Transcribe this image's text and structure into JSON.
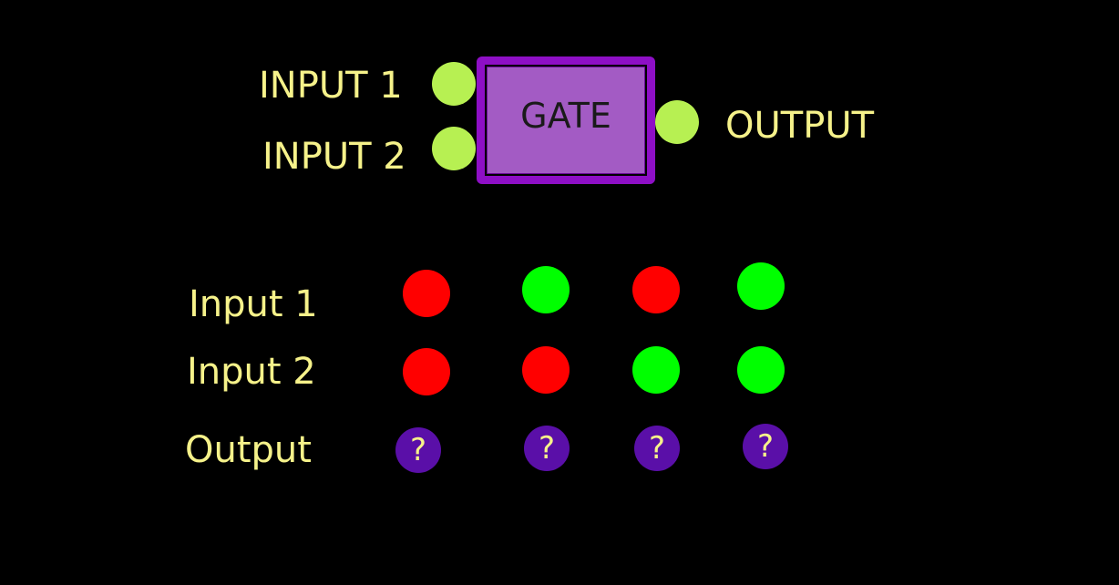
{
  "colors": {
    "background": "#000000",
    "text": "#f6f28a",
    "port": "#b7f052",
    "gate_fill": "#a35bc4",
    "gate_border": "#8e0fc6",
    "gate_text": "#1a1a1a",
    "off": "#ff0000",
    "on": "#00ff00",
    "unknown": "#5a0fa8"
  },
  "gate_diagram": {
    "input1_label": "INPUT 1",
    "input2_label": "INPUT 2",
    "gate_label": "GATE",
    "output_label": "OUTPUT"
  },
  "truth_table": {
    "row_labels": [
      "Input 1",
      "Input 2",
      "Output"
    ],
    "input1": [
      "off",
      "on",
      "off",
      "on"
    ],
    "input2": [
      "off",
      "off",
      "on",
      "on"
    ],
    "output": [
      "?",
      "?",
      "?",
      "?"
    ]
  }
}
